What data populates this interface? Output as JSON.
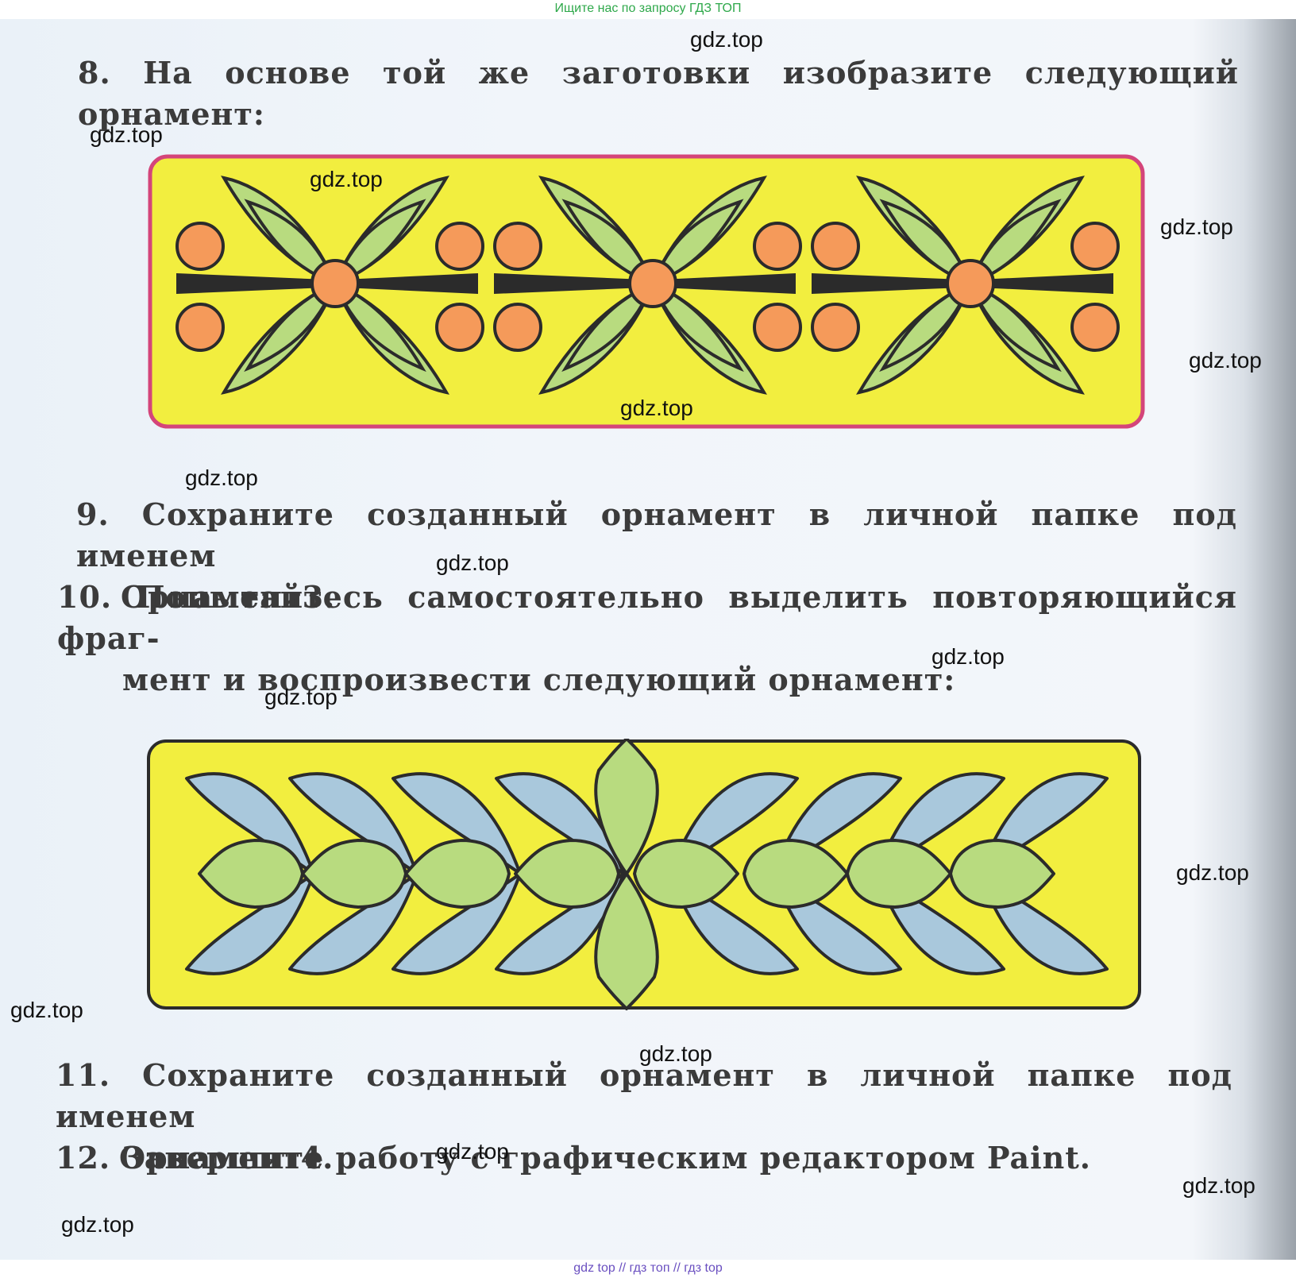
{
  "banner_top": "Ищите нас по запросу ГДЗ ТОП",
  "banner_bottom": "gdz top  //  гдз топ  //  гдз top",
  "watermark": "gdz.top",
  "tasks": {
    "t8": {
      "num": "8.",
      "text": "На основе той же заготовки изобразите следующий орнамент:"
    },
    "t9": {
      "num": "9.",
      "line1": "Сохраните созданный орнамент в личной папке под именем",
      "name": "Орнамент3",
      "end": "."
    },
    "t10": {
      "num": "10.",
      "line1": "Попытайтесь самостоятельно выделить повторяющийся фраг-",
      "line2": "мент и воспроизвести следующий орнамент:"
    },
    "t11": {
      "num": "11.",
      "line1": "Сохраните созданный орнамент в личной папке под именем",
      "name": "Орнамент4",
      "end": "."
    },
    "t12": {
      "num": "12.",
      "text": "Завершите работу с графическим редактором",
      "app": "Paint",
      "end": "."
    }
  },
  "colors": {
    "panel_yellow": "#f2ee3f",
    "leaf_green": "#b8db7f",
    "petal_blue": "#a9c8dc",
    "dot_orange": "#f59a5a",
    "frame_pink": "#d4457a",
    "stroke_dark": "#2b2b2b"
  }
}
